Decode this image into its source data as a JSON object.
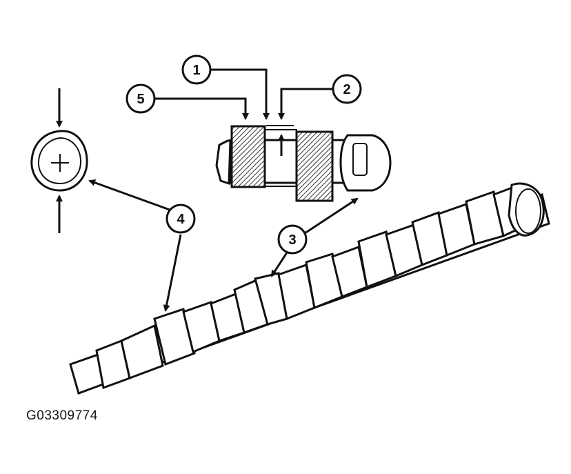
{
  "figure": {
    "code": "G03309774",
    "callouts": [
      "1",
      "2",
      "3",
      "4",
      "5"
    ],
    "ink_color": "#111111",
    "hatch_color": "#333333",
    "background": "#ffffff"
  }
}
